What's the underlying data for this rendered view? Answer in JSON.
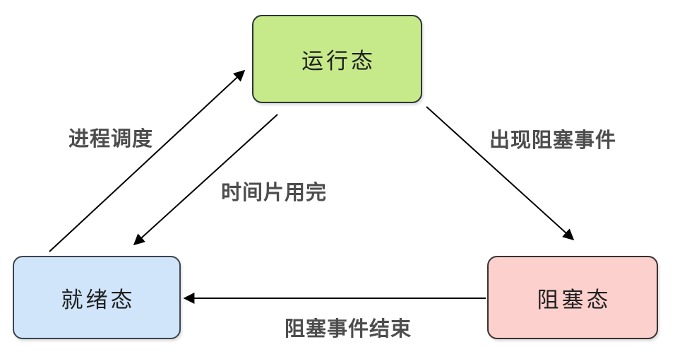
{
  "diagram": {
    "type": "state-transition-diagram",
    "background": "#ffffff",
    "nodes": [
      {
        "id": "running",
        "label": "运行态",
        "fill": "#c6e98a",
        "border": "#2d3436",
        "text_color": "#1f1f1f"
      },
      {
        "id": "ready",
        "label": "就绪态",
        "fill": "#d0e4fa",
        "border": "#3b4550",
        "text_color": "#1f1f1f"
      },
      {
        "id": "blocked",
        "label": "阻塞态",
        "fill": "#fcd0cd",
        "border": "#383230",
        "text_color": "#1f1f1f"
      }
    ],
    "edges": [
      {
        "from": "ready",
        "to": "running",
        "label": "进程调度"
      },
      {
        "from": "running",
        "to": "ready",
        "label": "时间片用完"
      },
      {
        "from": "running",
        "to": "blocked",
        "label": "出现阻塞事件"
      },
      {
        "from": "blocked",
        "to": "ready",
        "label": "阻塞事件结束"
      }
    ],
    "colors": {
      "arrow": "#000000",
      "edge_label_text": "#4d4d4d"
    }
  }
}
